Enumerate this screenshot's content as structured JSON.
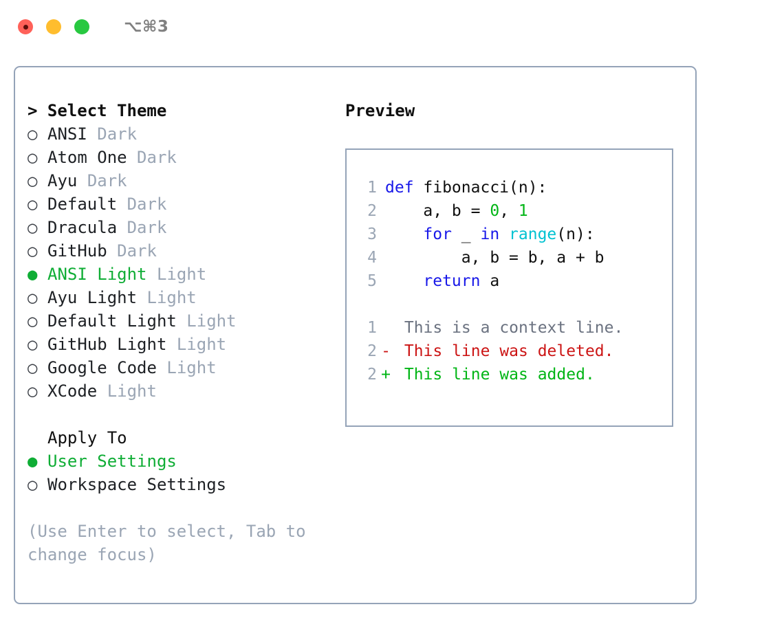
{
  "window": {
    "shortcut": "⌥⌘3",
    "buttons": [
      {
        "name": "close",
        "color": "#ff6159"
      },
      {
        "name": "minimize",
        "color": "#ffbd2e"
      },
      {
        "name": "maximize",
        "color": "#28c840"
      }
    ]
  },
  "colors": {
    "accent_green": "#0fad35",
    "muted": "#9aa5b4",
    "border": "#94a3b8",
    "text": "#101010",
    "keyword": "#1818e8",
    "function": "#00c2d1",
    "number": "#00b515",
    "diff_added": "#00b515",
    "diff_deleted": "#cc1515",
    "diff_context": "#6b7280"
  },
  "left": {
    "heading": "> Select Theme",
    "themes": [
      {
        "marker": "○",
        "name": "ANSI",
        "variant": "Dark",
        "selected": false
      },
      {
        "marker": "○",
        "name": "Atom One",
        "variant": "Dark",
        "selected": false
      },
      {
        "marker": "○",
        "name": "Ayu",
        "variant": "Dark",
        "selected": false
      },
      {
        "marker": "○",
        "name": "Default",
        "variant": "Dark",
        "selected": false
      },
      {
        "marker": "○",
        "name": "Dracula",
        "variant": "Dark",
        "selected": false
      },
      {
        "marker": "○",
        "name": "GitHub",
        "variant": "Dark",
        "selected": false
      },
      {
        "marker": "●",
        "name": "ANSI Light",
        "variant": "Light",
        "selected": true
      },
      {
        "marker": "○",
        "name": "Ayu Light",
        "variant": "Light",
        "selected": false
      },
      {
        "marker": "○",
        "name": "Default Light",
        "variant": "Light",
        "selected": false
      },
      {
        "marker": "○",
        "name": "GitHub Light",
        "variant": "Light",
        "selected": false
      },
      {
        "marker": "○",
        "name": "Google Code",
        "variant": "Light",
        "selected": false
      },
      {
        "marker": "○",
        "name": "XCode",
        "variant": "Light",
        "selected": false
      }
    ],
    "apply_to_heading": "Apply To",
    "apply_to": [
      {
        "marker": "●",
        "name": "User Settings",
        "selected": true
      },
      {
        "marker": "○",
        "name": "Workspace Settings",
        "selected": false
      }
    ],
    "hint": "(Use Enter to select, Tab to change focus)"
  },
  "right": {
    "heading": "Preview",
    "code": [
      {
        "ln": "1",
        "tokens": [
          {
            "t": "def ",
            "c": "kw"
          },
          {
            "t": "fibonacci(n):",
            "c": "pln"
          }
        ]
      },
      {
        "ln": "2",
        "tokens": [
          {
            "t": "    a, b = ",
            "c": "pln"
          },
          {
            "t": "0",
            "c": "num"
          },
          {
            "t": ", ",
            "c": "pln"
          },
          {
            "t": "1",
            "c": "num"
          }
        ]
      },
      {
        "ln": "3",
        "tokens": [
          {
            "t": "    ",
            "c": "pln"
          },
          {
            "t": "for",
            "c": "kw"
          },
          {
            "t": " _ ",
            "c": "pln"
          },
          {
            "t": "in",
            "c": "kw"
          },
          {
            "t": " ",
            "c": "pln"
          },
          {
            "t": "range",
            "c": "fn"
          },
          {
            "t": "(n):",
            "c": "pln"
          }
        ]
      },
      {
        "ln": "4",
        "tokens": [
          {
            "t": "        a, b = b, a + b",
            "c": "pln"
          }
        ]
      },
      {
        "ln": "5",
        "tokens": [
          {
            "t": "    ",
            "c": "pln"
          },
          {
            "t": "return",
            "c": "kw"
          },
          {
            "t": " a",
            "c": "pln"
          }
        ]
      }
    ],
    "diff": [
      {
        "ln": "1",
        "sign": " ",
        "text": "This is a context line.",
        "kind": "ctx"
      },
      {
        "ln": "2",
        "sign": "-",
        "text": "This line was deleted.",
        "kind": "del"
      },
      {
        "ln": "2",
        "sign": "+",
        "text": "This line was added.",
        "kind": "add"
      }
    ]
  }
}
